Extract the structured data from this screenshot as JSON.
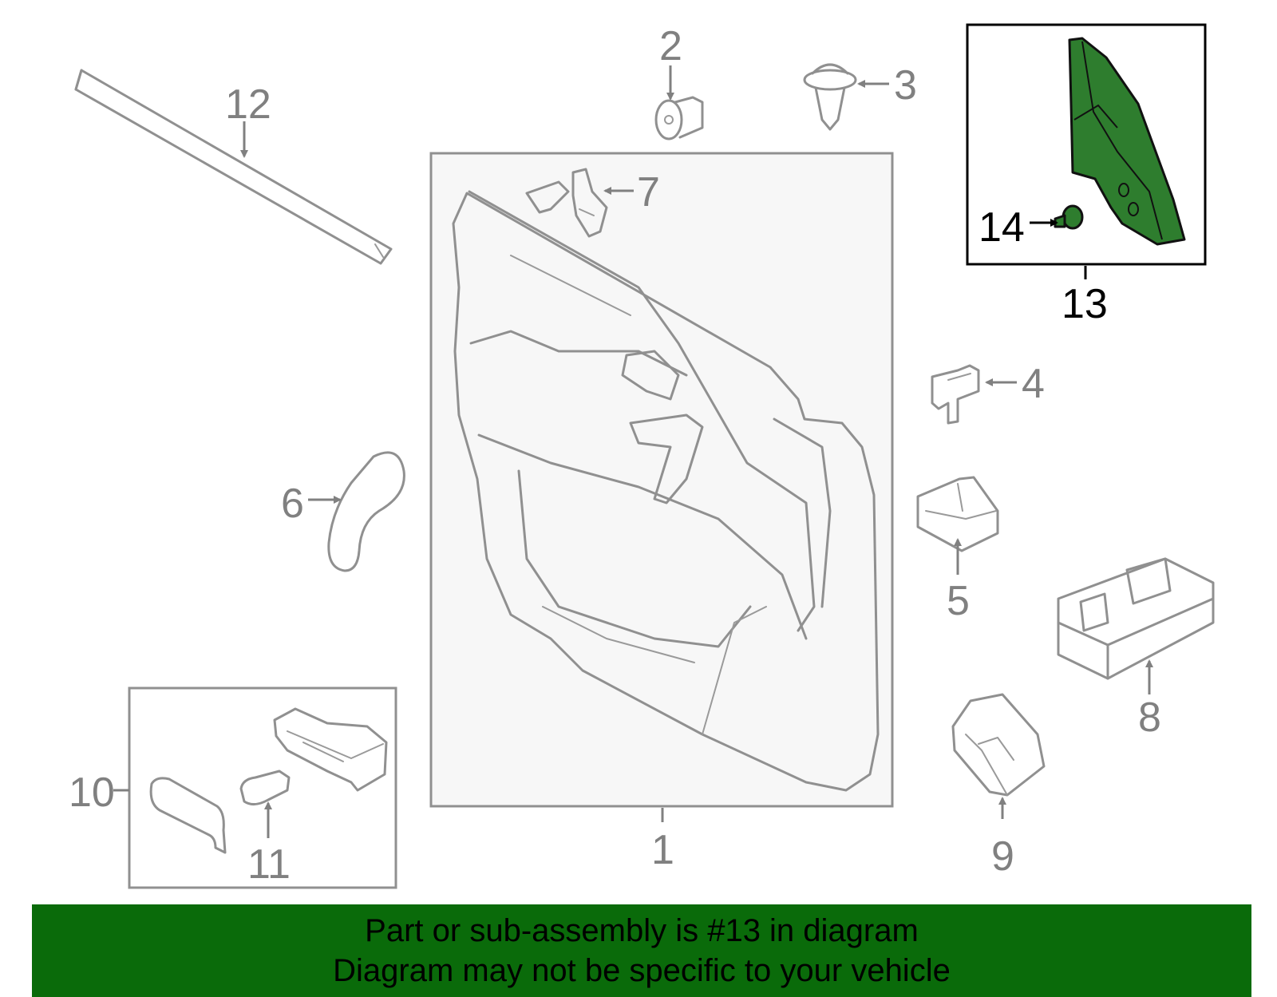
{
  "colors": {
    "highlight_part": "#2e7d2e",
    "banner_background": "#0a6b0a",
    "callout_text": "#808080",
    "highlight_text": "#000000"
  },
  "callouts": {
    "c1": "1",
    "c2": "2",
    "c3": "3",
    "c4": "4",
    "c5": "5",
    "c6": "6",
    "c7": "7",
    "c8": "8",
    "c9": "9",
    "c10": "10",
    "c11": "11",
    "c12": "12",
    "c13": "13",
    "c14": "14"
  },
  "highlighted_part": "13",
  "banner": {
    "line1": "Part or sub-assembly is #13 in diagram",
    "line2": "Diagram may not be specific to your vehicle"
  }
}
